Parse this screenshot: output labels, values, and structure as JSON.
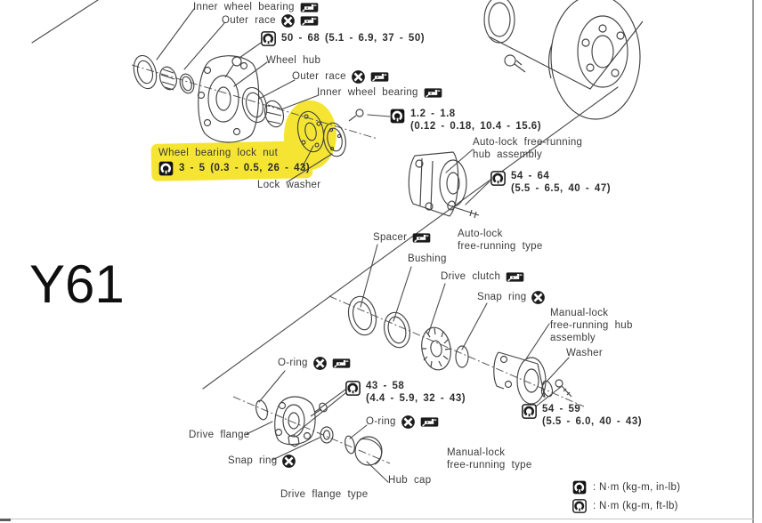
{
  "model": {
    "label": "Y61"
  },
  "annotations": {
    "inner_wheel_bearing_top": {
      "text": "Inner wheel bearing",
      "icons": [
        "grease"
      ]
    },
    "outer_race_top": {
      "text": "Outer race",
      "icons": [
        "replace",
        "grease"
      ]
    },
    "spec_50_68": {
      "icon": "torque-ftlb",
      "text": "50 - 68 (5.1 - 6.9, 37 - 50)"
    },
    "wheel_hub": {
      "text": "Wheel hub"
    },
    "outer_race_inner": {
      "text": "Outer race",
      "icons": [
        "replace",
        "grease"
      ]
    },
    "inner_wheel_bearing_inner": {
      "text": "Inner wheel bearing",
      "icons": [
        "grease"
      ]
    },
    "spec_1_2_1_8": {
      "icon": "torque-inlb",
      "line1": "1.2 - 1.8",
      "line2": "(0.12 - 0.18, 10.4 - 15.6)"
    },
    "auto_lock_hub_assembly": {
      "line1": "Auto-lock free-running",
      "line2": "hub assembly"
    },
    "spec_54_64": {
      "icon": "torque-ftlb",
      "line1": "54 - 64",
      "line2": "(5.5 - 6.5, 40 - 47)"
    },
    "wheel_bearing_lock_nut": {
      "text": "Wheel bearing lock nut",
      "highlighted": true
    },
    "spec_3_5": {
      "icon": "torque-inlb",
      "text": "3 - 5 (0.3 - 0.5, 26 - 43)",
      "highlighted": true
    },
    "lock_washer": {
      "text": "Lock washer"
    },
    "spacer": {
      "text": "Spacer",
      "icons": [
        "grease"
      ]
    },
    "auto_lock_type": {
      "line1": "Auto-lock",
      "line2": "free-running type"
    },
    "bushing": {
      "text": "Bushing"
    },
    "drive_clutch": {
      "text": "Drive clutch",
      "icons": [
        "grease"
      ]
    },
    "snap_ring_upper": {
      "text": "Snap ring",
      "icons": [
        "replace"
      ]
    },
    "manual_lock_hub_assembly": {
      "line1": "Manual-lock",
      "line2": "free-running hub",
      "line3": "assembly"
    },
    "washer": {
      "text": "Washer"
    },
    "o_ring_upper": {
      "text": "O-ring",
      "icons": [
        "replace",
        "grease"
      ]
    },
    "spec_43_58": {
      "icon": "torque-ftlb",
      "line1": "43 - 58",
      "line2": "(4.4 - 5.9, 32 - 43)"
    },
    "o_ring_lower": {
      "text": "O-ring",
      "icons": [
        "replace",
        "grease"
      ]
    },
    "drive_flange": {
      "text": "Drive flange"
    },
    "snap_ring_lower": {
      "text": "Snap ring",
      "icons": [
        "replace"
      ]
    },
    "spec_54_59": {
      "icon": "torque-ftlb",
      "line1": "54 - 59",
      "line2": "(5.5 - 6.0, 40 - 43)"
    },
    "hub_cap": {
      "text": "Hub cap"
    },
    "manual_lock_type": {
      "line1": "Manual-lock",
      "line2": "free-running type"
    },
    "drive_flange_type": {
      "text": "Drive flange type"
    }
  },
  "legend": {
    "inlb": {
      "icon": "torque-inlb",
      "text": ": N·m (kg-m, in-lb)"
    },
    "ftlb": {
      "icon": "torque-ftlb",
      "text": ": N·m (kg-m, ft-lb)"
    }
  },
  "icons": {
    "replace": "replace-after-disassembly-icon",
    "grease": "apply-grease-icon",
    "torque-inlb": "torque-wrench-inlb-icon",
    "torque-ftlb": "torque-wrench-ftlb-icon"
  },
  "colors": {
    "highlight": "#f5e532",
    "line_art": "#434343",
    "text": "#3b3b3b"
  }
}
